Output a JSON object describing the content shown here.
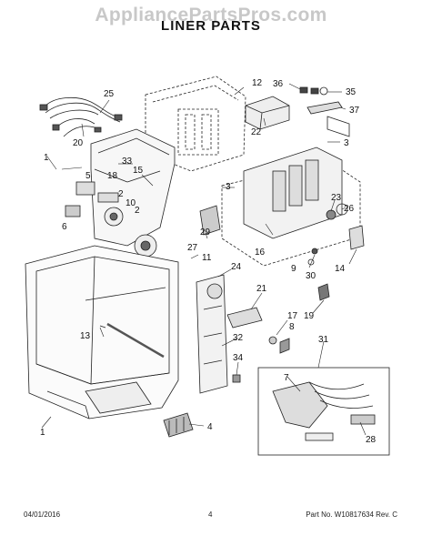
{
  "watermark": "AppliancePartsPros.com",
  "title": "LINER PARTS",
  "callouts": {
    "c1a": "1",
    "c1b": "1",
    "c2a": "2",
    "c2b": "2",
    "c3a": "3",
    "c3b": "3",
    "c4": "4",
    "c5": "5",
    "c6": "6",
    "c7": "7",
    "c8": "8",
    "c9": "9",
    "c10": "10",
    "c11": "11",
    "c12": "12",
    "c13": "13",
    "c14": "14",
    "c15": "15",
    "c16": "16",
    "c17": "17",
    "c18": "18",
    "c19": "19",
    "c20": "20",
    "c21": "21",
    "c22": "22",
    "c23": "23",
    "c24": "24",
    "c25": "25",
    "c26": "26",
    "c27": "27",
    "c28": "28",
    "c29": "29",
    "c30": "30",
    "c31": "31",
    "c32": "32",
    "c33": "33",
    "c34": "34",
    "c35": "35",
    "c36": "36",
    "c37": "37"
  },
  "footer": {
    "date": "04/01/2016",
    "page": "4",
    "part": "Part No. W10817634 Rev. C"
  },
  "colors": {
    "line": "#222222",
    "shade": "#777777",
    "watermark": "#c8c8c8"
  }
}
